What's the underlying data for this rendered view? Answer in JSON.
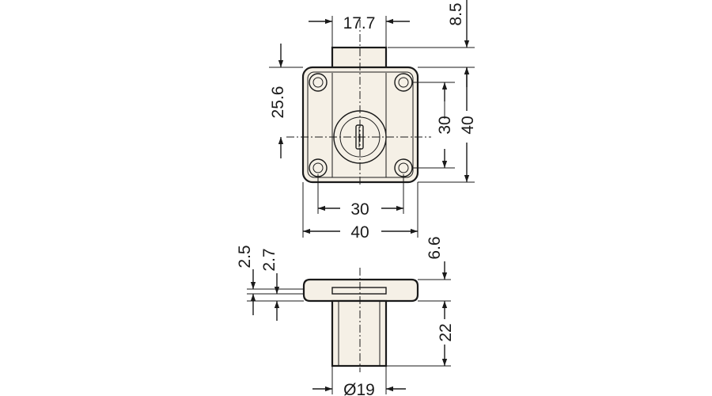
{
  "drawing": {
    "dimensions": {
      "top_width": "17.7",
      "top_offset": "8.5",
      "left_height": "25.6",
      "hole_spacing_vertical": "30",
      "overall_height": "40",
      "hole_spacing_horizontal": "30",
      "overall_width": "40",
      "plate_thickness_a": "2.5",
      "plate_thickness_b": "2.7",
      "flange_height": "6.6",
      "cylinder_length": "22",
      "cylinder_diameter": "Ø19"
    }
  }
}
